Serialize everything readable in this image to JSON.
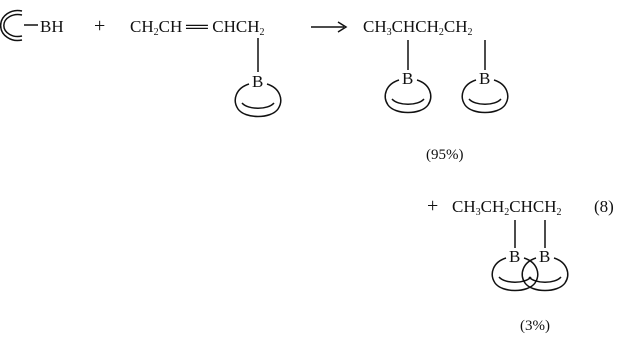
{
  "reaction": {
    "reagent": {
      "boron_symbol": "B",
      "hydrogen": "H"
    },
    "plus_1": "+",
    "reactant": {
      "part1": "CH",
      "sub1": "2",
      "part2": "CH",
      "double_bond": "═",
      "part3": "CHCH",
      "sub2": "2",
      "boron_label": "B"
    },
    "arrow": "⟶",
    "product_major": {
      "c1": "CH",
      "s1": "3",
      "c2": "CHCH",
      "s2": "2",
      "c3": "CH",
      "s3": "2",
      "boron_label_1": "B",
      "boron_label_2": "B",
      "yield": "(95%)"
    },
    "plus_2": "+",
    "product_minor": {
      "c1": "CH",
      "s1": "3",
      "c2": "CH",
      "s2": "2",
      "c3": "CHCH",
      "s3": "2",
      "boron_label_1": "B",
      "boron_label_2": "B",
      "yield": "(3%)"
    },
    "equation_number": "(8)"
  }
}
